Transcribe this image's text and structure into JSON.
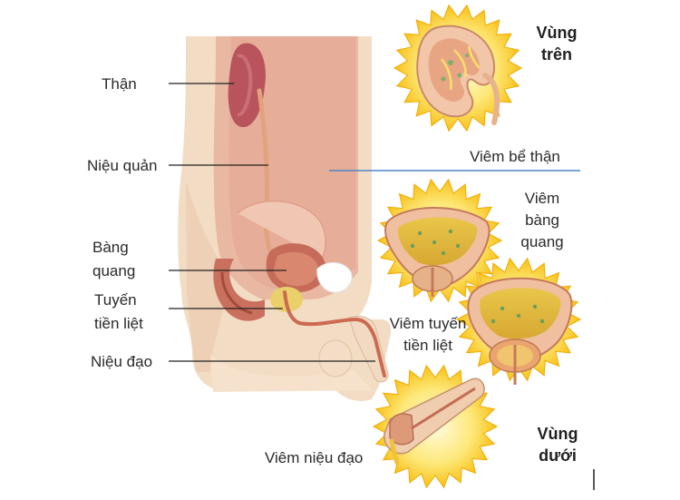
{
  "anatomy_labels": {
    "kidney": "Thận",
    "ureter": "Niệu quản",
    "bladder_line1": "Bàng",
    "bladder_line2": "quang",
    "prostate_line1": "Tuyến",
    "prostate_line2": "tiền liệt",
    "urethra": "Niệu đạo"
  },
  "regions": {
    "upper_line1": "Vùng",
    "upper_line2": "trên",
    "lower_line1": "Vùng",
    "lower_line2": "dưới"
  },
  "conditions": {
    "pyelonephritis": "Viêm bể thận",
    "cystitis_line1": "Viêm",
    "cystitis_line2": "bàng",
    "cystitis_line3": "quang",
    "prostatitis_line1": "Viêm tuyến",
    "prostatitis_line2": "tiền liệt",
    "urethritis": "Viêm niệu đạo"
  },
  "colors": {
    "body_skin": "#f6dcc0",
    "organ_pink": "#d99a88",
    "organ_dark": "#b5564f",
    "burst_yellow": "#f7c21b",
    "burst_glow": "#fff3a8",
    "separator_blue": "#4b86c5"
  }
}
